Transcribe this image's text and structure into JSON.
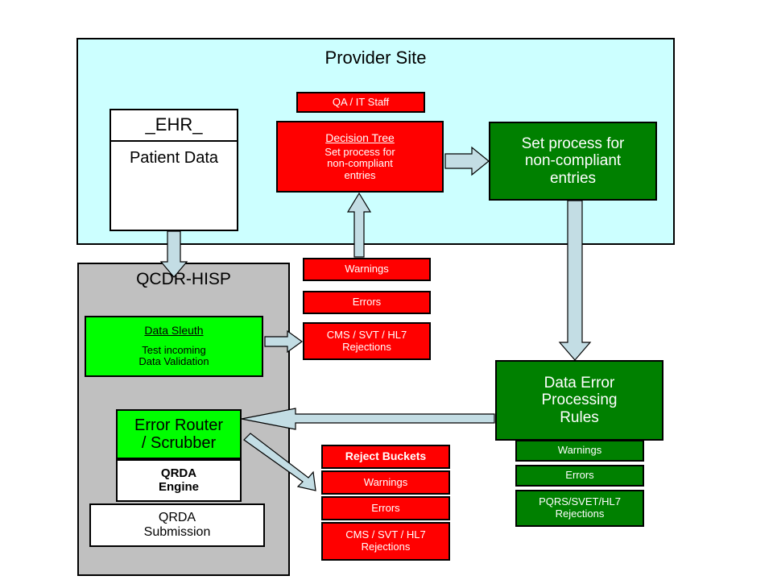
{
  "diagram": {
    "title_provider_site": "Provider Site",
    "title_qcdr_hisp": "QCDR-HISP"
  },
  "ehr": {
    "title": "_EHR_",
    "subtitle": "Patient Data"
  },
  "provider": {
    "qa_staff": "QA / IT Staff",
    "decision_tree_title": "Decision Tree",
    "decision_tree_line1": "Set process for",
    "decision_tree_line2": "non-compliant",
    "decision_tree_line3": "entries",
    "set_process_line1": "Set process for",
    "set_process_line2": "non-compliant",
    "set_process_line3": "entries"
  },
  "middle_alerts": {
    "warnings": "Warnings",
    "errors": "Errors",
    "rejections_line1": "CMS / SVT / HL7",
    "rejections_line2": "Rejections"
  },
  "qcdr": {
    "data_sleuth_title": "Data Sleuth",
    "data_sleuth_line1": "Test incoming",
    "data_sleuth_line2": "Data Validation",
    "error_router_line1": "Error Router",
    "error_router_line2": "/ Scrubber",
    "qrda_engine_line1": "QRDA",
    "qrda_engine_line2": "Engine",
    "qrda_submission_line1": "QRDA",
    "qrda_submission_line2": "Submission"
  },
  "reject_buckets": {
    "header": "Reject Buckets",
    "warnings": "Warnings",
    "errors": "Errors",
    "rejections_line1": "CMS / SVT / HL7",
    "rejections_line2": "Rejections"
  },
  "data_error_rules": {
    "title_line1": "Data Error",
    "title_line2": "Processing",
    "title_line3": "Rules",
    "warnings": "Warnings",
    "errors": "Errors",
    "rejections_line1": "PQRS/SVET/HL7",
    "rejections_line2": "Rejections"
  },
  "colors": {
    "provider_site_bg": "#ccffff",
    "qcdr_bg": "#c0c0c0",
    "red": "#ff0000",
    "bright_green": "#00ff00",
    "dark_green": "#008000",
    "arrow_fill": "#c3dde4",
    "white": "#ffffff",
    "black": "#000000"
  }
}
